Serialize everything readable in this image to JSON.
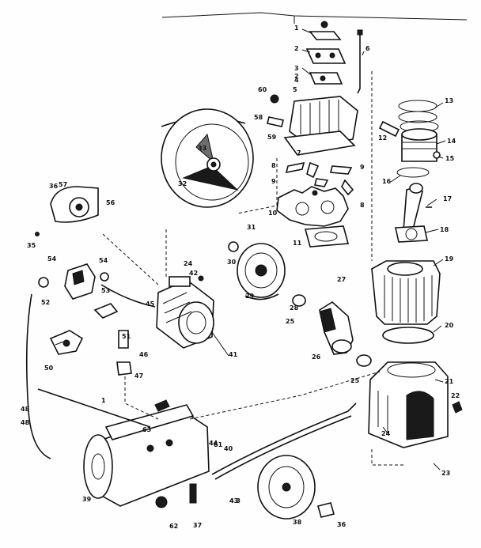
{
  "labels": [
    {
      "id": "p1",
      "text": "1"
    },
    {
      "id": "p2a",
      "text": "2"
    },
    {
      "id": "p3",
      "text": "3"
    },
    {
      "id": "p2b",
      "text": "2"
    },
    {
      "id": "p4",
      "text": "4"
    },
    {
      "id": "p5",
      "text": "5"
    },
    {
      "id": "p6",
      "text": "6"
    },
    {
      "id": "p7",
      "text": "7"
    },
    {
      "id": "p8a",
      "text": "8"
    },
    {
      "id": "p9a",
      "text": "9"
    },
    {
      "id": "p9b",
      "text": "9"
    },
    {
      "id": "p8b",
      "text": "8"
    },
    {
      "id": "p10",
      "text": "10"
    },
    {
      "id": "p11",
      "text": "11"
    },
    {
      "id": "p12",
      "text": "12"
    },
    {
      "id": "p13",
      "text": "13"
    },
    {
      "id": "p14",
      "text": "14"
    },
    {
      "id": "p15",
      "text": "15"
    },
    {
      "id": "p16",
      "text": "16"
    },
    {
      "id": "p17",
      "text": "17"
    },
    {
      "id": "p18",
      "text": "18"
    },
    {
      "id": "p19",
      "text": "19"
    },
    {
      "id": "p20",
      "text": "20"
    },
    {
      "id": "p21",
      "text": "21"
    },
    {
      "id": "p22",
      "text": "22"
    },
    {
      "id": "p23",
      "text": "23"
    },
    {
      "id": "p24a",
      "text": "24"
    },
    {
      "id": "p24b",
      "text": "24"
    },
    {
      "id": "p25a",
      "text": "25"
    },
    {
      "id": "p25b",
      "text": "25"
    },
    {
      "id": "p26",
      "text": "26"
    },
    {
      "id": "p27",
      "text": "27"
    },
    {
      "id": "p28",
      "text": "28"
    },
    {
      "id": "p29",
      "text": "29"
    },
    {
      "id": "p30",
      "text": "30"
    },
    {
      "id": "p31",
      "text": "31"
    },
    {
      "id": "p32",
      "text": "32"
    },
    {
      "id": "p33",
      "text": "33"
    },
    {
      "id": "p35",
      "text": "35"
    },
    {
      "id": "p36a",
      "text": "36"
    },
    {
      "id": "p36b",
      "text": "36"
    },
    {
      "id": "p37",
      "text": "37"
    },
    {
      "id": "p38",
      "text": "38"
    },
    {
      "id": "p39",
      "text": "39"
    },
    {
      "id": "p40",
      "text": "40"
    },
    {
      "id": "p41",
      "text": "41"
    },
    {
      "id": "p42",
      "text": "42"
    },
    {
      "id": "p43",
      "text": "43"
    },
    {
      "id": "p44",
      "text": "44"
    },
    {
      "id": "p45",
      "text": "45"
    },
    {
      "id": "p46",
      "text": "46"
    },
    {
      "id": "p47",
      "text": "47"
    },
    {
      "id": "p48a",
      "text": "48"
    },
    {
      "id": "p48b",
      "text": "48"
    },
    {
      "id": "p50",
      "text": "50"
    },
    {
      "id": "p51",
      "text": "51"
    },
    {
      "id": "p52",
      "text": "52"
    },
    {
      "id": "p53",
      "text": "53"
    },
    {
      "id": "p54a",
      "text": "54"
    },
    {
      "id": "p54b",
      "text": "54"
    },
    {
      "id": "p56",
      "text": "56"
    },
    {
      "id": "p57",
      "text": "57"
    },
    {
      "id": "p58",
      "text": "58"
    },
    {
      "id": "p59",
      "text": "59"
    },
    {
      "id": "p60",
      "text": "60"
    },
    {
      "id": "p61",
      "text": "61"
    },
    {
      "id": "p62",
      "text": "62"
    },
    {
      "id": "p63",
      "text": "63"
    }
  ]
}
